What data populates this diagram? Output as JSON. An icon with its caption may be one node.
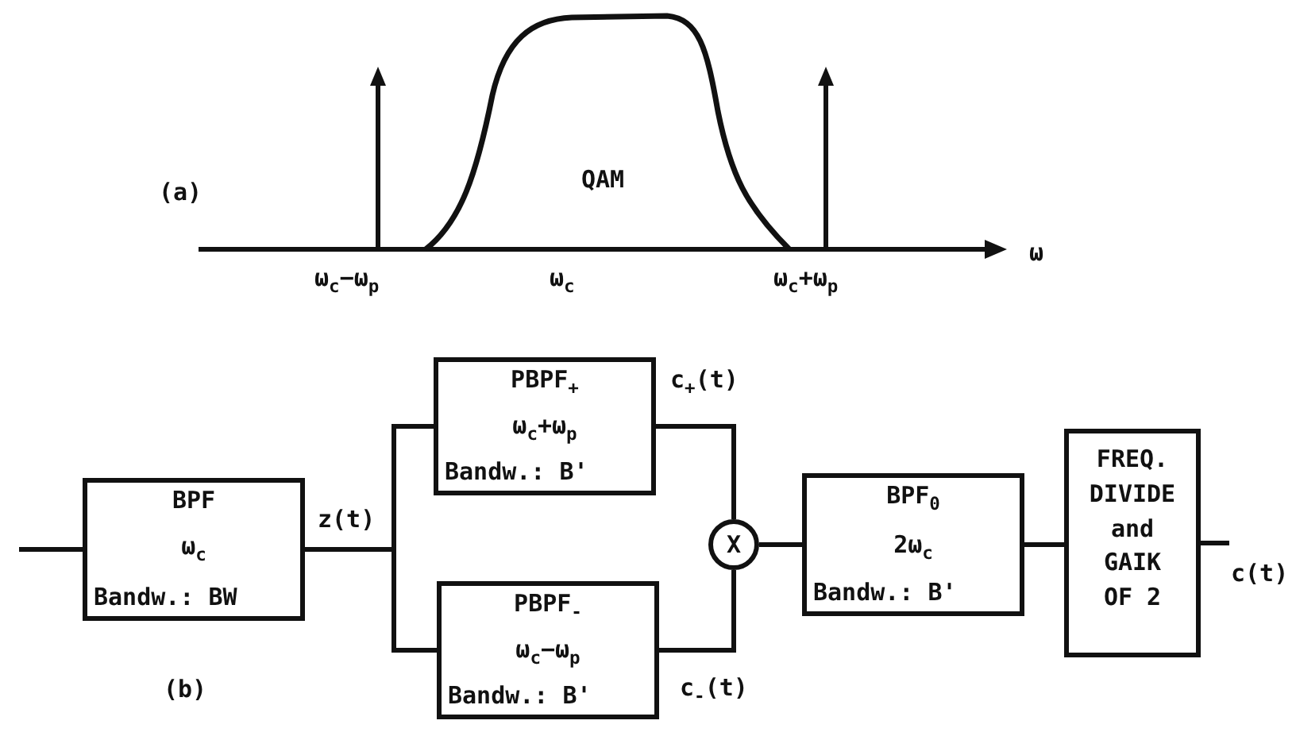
{
  "diagram": {
    "nodes": [
      {
        "text": [
          "BPF",
          "ω$_{c}$",
          "Bandw.: BW"
        ]
      },
      {
        "text": [
          "PBPF$_{+}$",
          "ω$_{c}$+ω$_{p}$",
          "Bandw.: B'"
        ]
      },
      {
        "text": [
          "PBPF$_{-}$",
          "ω$_{c}$−ω$_{p}$",
          "Bandw.: B'"
        ]
      },
      {
        "text": [
          "X"
        ]
      },
      {
        "text": [
          "BPF$_{0}$",
          "2ω$_{c}$",
          "Bandw.: B'"
        ]
      },
      {
        "text": [
          "FREQ. DIVIDE and GAIK OF 2"
        ]
      }
    ],
    "edges": [
      {
        "from": null,
        "to": 0,
        "arrow": "none"
      },
      {
        "from": 0,
        "to": 1,
        "arrow": "none",
        "label": "z(t)"
      },
      {
        "from": 0,
        "to": 2,
        "arrow": "none"
      },
      {
        "from": 1,
        "to": 3,
        "arrow": "none",
        "label": "c$_{+}$(t)"
      },
      {
        "from": 2,
        "to": 3,
        "arrow": "none",
        "label": "c$_{-}$(t)"
      },
      {
        "from": 3,
        "to": 4,
        "arrow": "none"
      },
      {
        "from": 4,
        "to": 5,
        "arrow": "none"
      },
      {
        "from": 5,
        "to": null,
        "arrow": "none",
        "label": "c(t)"
      }
    ],
    "labels": [
      "(a)",
      "QAM",
      "ω",
      "ω$_{c}$−ω$_{p}$",
      "ω$_{c}$",
      "ω$_{c}$+ω$_{p}$",
      "(b)"
    ]
  }
}
